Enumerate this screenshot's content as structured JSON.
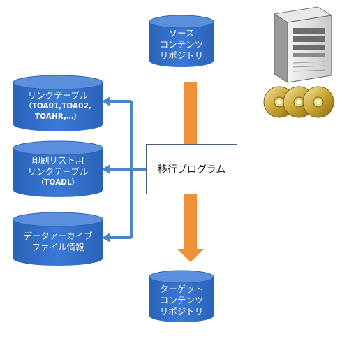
{
  "source_repo": {
    "lines": [
      "ソース",
      "コンテンツ",
      "リポジトリ"
    ]
  },
  "link_table": {
    "lines": [
      "リンクテーブル",
      "（TOA01,TOA02,",
      "TOAHR,…）"
    ]
  },
  "print_link_table": {
    "lines": [
      "印刷リスト用",
      "リンクテーブル",
      "（TOADL）"
    ]
  },
  "archive_info": {
    "lines": [
      "データアーカイブ",
      "ファイル情報"
    ]
  },
  "migration_program": {
    "label": "移行プログラム"
  },
  "target_repo": {
    "lines": [
      "ターゲット",
      "コンテンツ",
      "リポジトリ"
    ]
  },
  "colors": {
    "cylinder_fill": "#2f6fcb",
    "cylinder_top": "#5b8fdb",
    "arrow_blue": "#4a86c5",
    "arrow_orange": "#f0913a"
  },
  "icons": {
    "server": "server-tower-icon",
    "discs": "optical-disc-icon"
  }
}
